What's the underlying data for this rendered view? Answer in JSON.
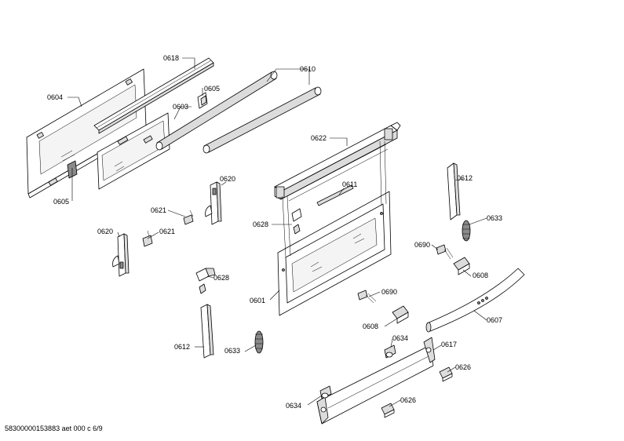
{
  "labels": {
    "l0618": "0618",
    "l0610": "0610",
    "l0604": "0604",
    "l0605a": "0605",
    "l0603": "0603",
    "l0605b": "0605",
    "l0622": "0622",
    "l0620a": "0620",
    "l0611": "0611",
    "l0612a": "0612",
    "l0621a": "0621",
    "l0628a": "0628",
    "l0620b": "0620",
    "l0621b": "0621",
    "l0633a": "0633",
    "l0690a": "0690",
    "l0628b": "0628",
    "l0608a": "0608",
    "l0601": "0601",
    "l0690b": "0690",
    "l0608b": "0608",
    "l0607": "0607",
    "l0612b": "0612",
    "l0633b": "0633",
    "l0634a": "0634",
    "l0617": "0617",
    "l0626a": "0626",
    "l0634b": "0634",
    "l0626b": "0626"
  },
  "footer": "58300000153883 aet 000 c 6/9"
}
